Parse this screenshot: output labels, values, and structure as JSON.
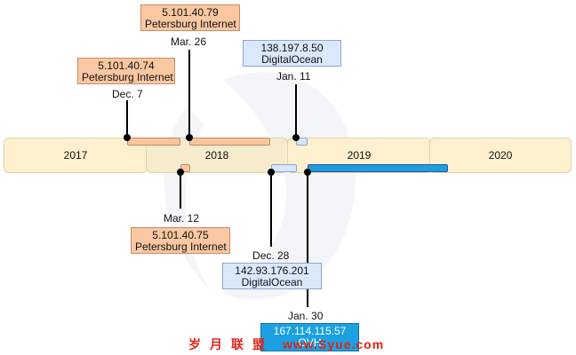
{
  "timeline": {
    "years": [
      "2017",
      "2018",
      "2019",
      "2020"
    ]
  },
  "events": [
    {
      "date": "Dec. 7",
      "ip": "5.101.40.74",
      "org": "Petersburg Internet",
      "color": "#f9c7a1"
    },
    {
      "date": "Mar. 26",
      "ip": "5.101.40.79",
      "org": "Petersburg Internet",
      "color": "#f9c7a1"
    },
    {
      "date": "Jan. 11",
      "ip": "138.197.8.50",
      "org": "DigitalOcean",
      "color": "#dae8fc"
    },
    {
      "date": "Mar. 12",
      "ip": "5.101.40.75",
      "org": "Petersburg Internet",
      "color": "#f9c7a1"
    },
    {
      "date": "Dec. 28",
      "ip": "142.93.176.201",
      "org": "DigitalOcean",
      "color": "#dae8fc"
    },
    {
      "date": "Jan. 30",
      "ip": "167.114.115.57",
      "org": "OVH",
      "color": "#1ba1e2"
    }
  ],
  "watermark": {
    "chinese": "岁月联盟",
    "url": "www.Syue.com"
  }
}
